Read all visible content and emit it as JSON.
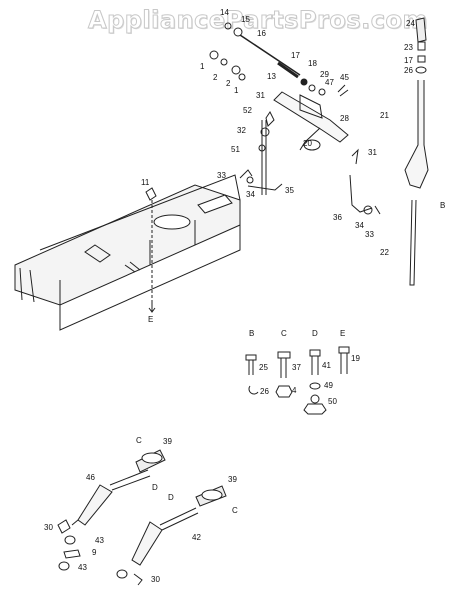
{
  "watermark": "AppliancePartsPros.com",
  "callouts": {
    "p1a": "1",
    "p1b": "1",
    "p2a": "2",
    "p2b": "2",
    "p14": "14",
    "p15": "15",
    "p16": "16",
    "p17": "17",
    "p18": "18",
    "p29": "29",
    "p47": "47",
    "p45": "45",
    "p13": "13",
    "p31a": "31",
    "p28": "28",
    "p52": "52",
    "p32": "32",
    "p51": "51",
    "p33a": "33",
    "p34a": "34",
    "p35": "35",
    "p20": "20",
    "p31b": "31",
    "p36": "36",
    "p34b": "34",
    "p33b": "33",
    "p24": "24",
    "p23": "23",
    "p17b": "17",
    "p26": "26",
    "p21": "21",
    "p22": "22",
    "p11": "11",
    "hw25": "25",
    "hw37": "37",
    "hw41": "41",
    "hw19": "19",
    "hw26": "26",
    "hw4": "4",
    "hw49": "49",
    "hw50": "50",
    "p39a": "39",
    "p39b": "39",
    "p46": "46",
    "p42": "42",
    "p30a": "30",
    "p43a": "43",
    "p9": "9",
    "p43b": "43",
    "p30b": "30"
  },
  "letters": {
    "hdrB": "B",
    "hdrC": "C",
    "hdrD": "D",
    "hdrE": "E",
    "refB": "B",
    "refE": "E",
    "refC1": "C",
    "refD1": "D",
    "refD2": "D",
    "refC2": "C"
  }
}
